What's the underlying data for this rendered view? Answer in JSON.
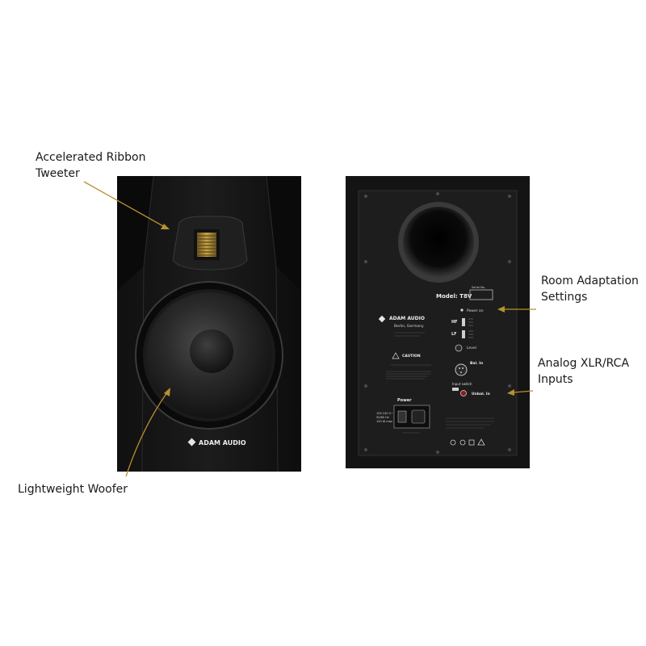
{
  "callouts": {
    "tweeter": [
      "Accelerated Ribbon",
      "Tweeter"
    ],
    "woofer": [
      "Lightweight Woofer"
    ],
    "room": [
      "Room Adaptation",
      "Settings"
    ],
    "inputs": [
      "Analog XLR/RCA",
      "Inputs"
    ]
  },
  "front": {
    "brand": "ADAM AUDIO"
  },
  "rear": {
    "model": "Model: T8V",
    "serial_label": "Serial No.",
    "brand": "ADAM AUDIO",
    "location": "Berlin, Germany",
    "power_on": "Power on",
    "hf": "HF",
    "lf": "LF",
    "level": "Level",
    "bal_in": "Bal. In",
    "unbal_in": "Unbal. In",
    "input_switch": "Input switch",
    "power": "Power",
    "caution": "CAUTION",
    "voltage": [
      "100-240 V~",
      "50/60 Hz",
      "150 W max"
    ]
  },
  "colors": {
    "arrow": "#b8912e",
    "cabinet": "#141414",
    "text": "#1a1a1a"
  }
}
